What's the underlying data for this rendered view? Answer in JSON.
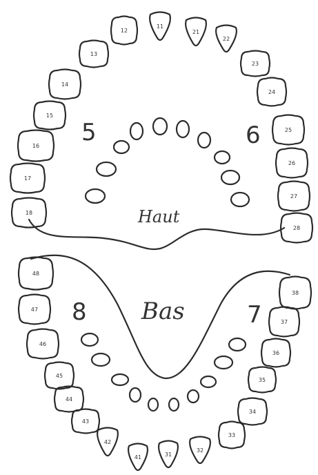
{
  "chart_labels": {
    "upper_jaw": "Haut",
    "lower_jaw": "Bas",
    "quadrant_upper_right": "5",
    "quadrant_upper_left": "6",
    "quadrant_lower_right": "8",
    "quadrant_lower_left": "7"
  },
  "permanent_teeth": [
    {
      "id": "11",
      "label": "11"
    },
    {
      "id": "12",
      "label": "12"
    },
    {
      "id": "13",
      "label": "13"
    },
    {
      "id": "14",
      "label": "14"
    },
    {
      "id": "15",
      "label": "15"
    },
    {
      "id": "16",
      "label": "16"
    },
    {
      "id": "17",
      "label": "17"
    },
    {
      "id": "18",
      "label": "18"
    },
    {
      "id": "21",
      "label": "21"
    },
    {
      "id": "22",
      "label": "22"
    },
    {
      "id": "23",
      "label": "23"
    },
    {
      "id": "24",
      "label": "24"
    },
    {
      "id": "25",
      "label": "25"
    },
    {
      "id": "26",
      "label": "26"
    },
    {
      "id": "27",
      "label": "27"
    },
    {
      "id": "28",
      "label": "28"
    },
    {
      "id": "48",
      "label": "48"
    },
    {
      "id": "47",
      "label": "47"
    },
    {
      "id": "46",
      "label": "46"
    },
    {
      "id": "45",
      "label": "45"
    },
    {
      "id": "44",
      "label": "44"
    },
    {
      "id": "43",
      "label": "43"
    },
    {
      "id": "42",
      "label": "42"
    },
    {
      "id": "41",
      "label": "41"
    },
    {
      "id": "38",
      "label": "38"
    },
    {
      "id": "37",
      "label": "37"
    },
    {
      "id": "36",
      "label": "36"
    },
    {
      "id": "35",
      "label": "35"
    },
    {
      "id": "34",
      "label": "34"
    },
    {
      "id": "33",
      "label": "33"
    },
    {
      "id": "32",
      "label": "32"
    },
    {
      "id": "31",
      "label": "31"
    }
  ]
}
